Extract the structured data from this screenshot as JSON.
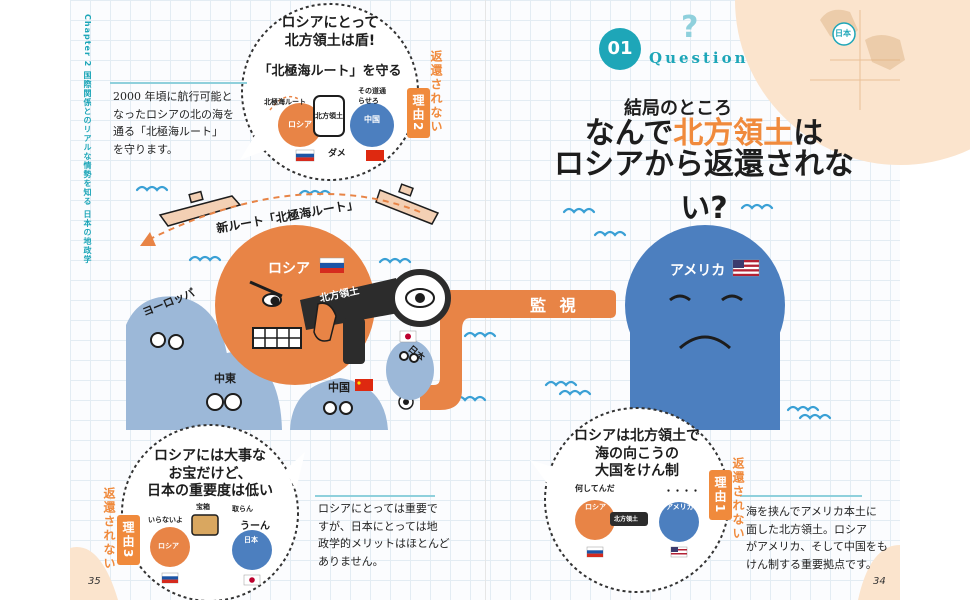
{
  "left_page": {
    "side_header": "Chapter 2 国際関係とのリアルな情勢を知る 日本の地政学",
    "page_number": "35",
    "top_bubble": {
      "line1": "ロシアにとって",
      "line2": "北方領土は盾!",
      "line3": "「北極海ルート」を守る"
    },
    "top_reason": {
      "box": "理由2",
      "text": "返還されない"
    },
    "top_body": {
      "line1": "2000 年頃に航行可能と",
      "line2": "なったロシアの北の海を",
      "line3": "通る「北極海ルート」",
      "line4": "を守ります。"
    },
    "top_scene": {
      "russia_label": "ロシア",
      "china_label": "中国",
      "shield_label": "北方領土",
      "speech_label": "その道通らせろ",
      "route_label": "北極海ルート",
      "no_label": "ダメ"
    },
    "route_label": "新ルート「北極海ルート」",
    "main_russia_label": "ロシア",
    "telescope_label": "北方領土",
    "europe_label": "ヨーロッパ",
    "mideast_label": "中東",
    "china_label": "中国",
    "japan_label": "日本",
    "bottom_bubble": {
      "line1": "ロシアには大事な",
      "line2": "お宝だけど、",
      "line3": "日本の重要度は低い"
    },
    "bottom_reason": {
      "box": "理由3",
      "text": "返還されない"
    },
    "bottom_body": {
      "line1": "ロシアにとっては重要で",
      "line2": "すが、日本にとっては地",
      "line3": "政学的メリットはほとんど",
      "line4": "ありません。"
    },
    "bottom_scene": {
      "russia_label": "ロシア",
      "japan_label": "日本",
      "treasure_label": "宝箱",
      "not_giving": "いらないよ",
      "uun": "うーん",
      "toran": "取らん"
    }
  },
  "right_page": {
    "page_number": "34",
    "question_number": "01",
    "question_word": "Question",
    "question_mark": "?",
    "map_label": "日本",
    "title_line1": "結局のところ",
    "title_line2_pre": "なんで",
    "title_line2_hl": "北方領土",
    "title_line2_post": "は",
    "title_line3": "ロシアから返還されない?",
    "watch_label": "監 視",
    "america_label": "アメリカ",
    "bubble": {
      "line1": "ロシアは北方領土で",
      "line2": "海の向こうの",
      "line3": "大国をけん制"
    },
    "reason": {
      "box": "理由1",
      "text": "返還されない"
    },
    "scene": {
      "speech_left": "何してんだ",
      "speech_right": "・・・・",
      "russia_label": "ロシア",
      "america_label": "アメリカ",
      "scope_label": "北方領土"
    },
    "body": {
      "line1": "海を挟んでアメリカ本土に",
      "line2": "面した北方領土。ロシア",
      "line3": "がアメリカ、そして中国をも",
      "line4": "けん制する重要拠点です。"
    }
  },
  "colors": {
    "orange": "#e88446",
    "blue": "#4c7fbf",
    "light_blue": "#9cb8d8",
    "teal": "#1ea6b8",
    "accent": "#f08a3c",
    "sea": "#3aa0d5"
  }
}
